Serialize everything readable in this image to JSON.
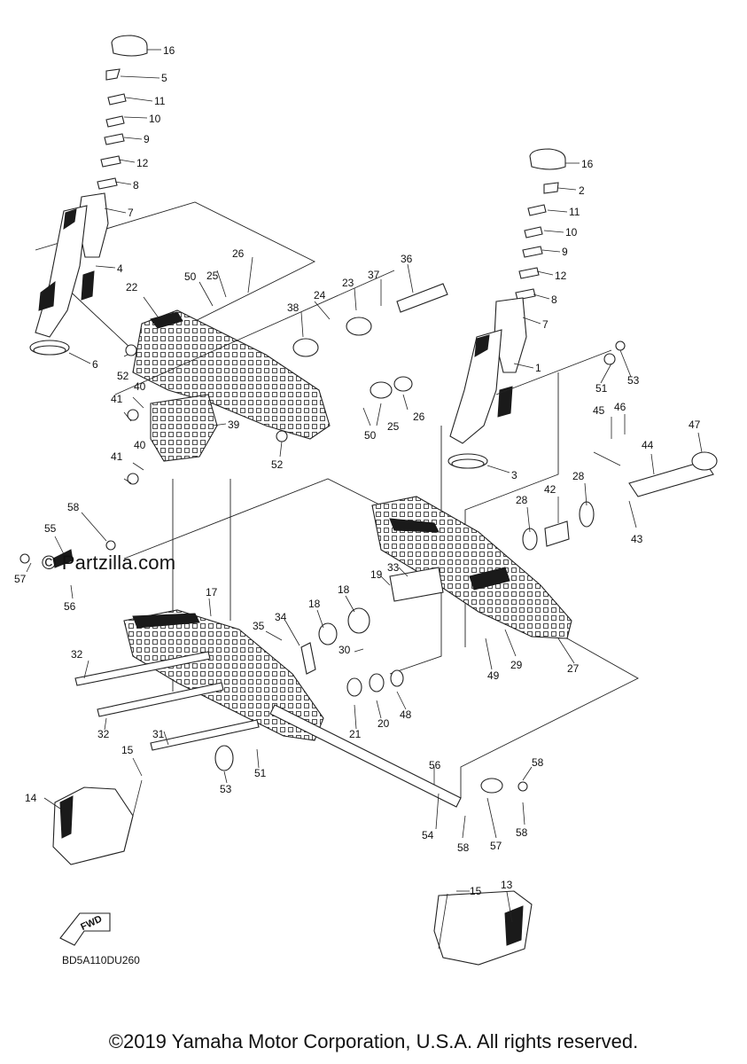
{
  "diagram": {
    "watermark": "© Partzilla.com",
    "diagram_code": "BD5A110DU260",
    "copyright": "©2019 Yamaha Motor Corporation, U.S.A. All rights reserved.",
    "fwd_label": "FWD",
    "callouts": [
      "1",
      "2",
      "3",
      "4",
      "5",
      "6",
      "7",
      "7",
      "8",
      "8",
      "9",
      "9",
      "10",
      "10",
      "11",
      "11",
      "12",
      "12",
      "13",
      "14",
      "15",
      "15",
      "16",
      "16",
      "17",
      "18",
      "18",
      "19",
      "20",
      "21",
      "22",
      "23",
      "24",
      "25",
      "25",
      "26",
      "26",
      "27",
      "28",
      "28",
      "29",
      "30",
      "31",
      "32",
      "32",
      "33",
      "34",
      "35",
      "36",
      "37",
      "38",
      "39",
      "40",
      "40",
      "41",
      "41",
      "42",
      "43",
      "44",
      "45",
      "46",
      "47",
      "48",
      "49",
      "50",
      "50",
      "51",
      "51",
      "52",
      "52",
      "53",
      "53",
      "54",
      "55",
      "56",
      "56",
      "57",
      "57",
      "58",
      "58",
      "58",
      "58"
    ]
  }
}
